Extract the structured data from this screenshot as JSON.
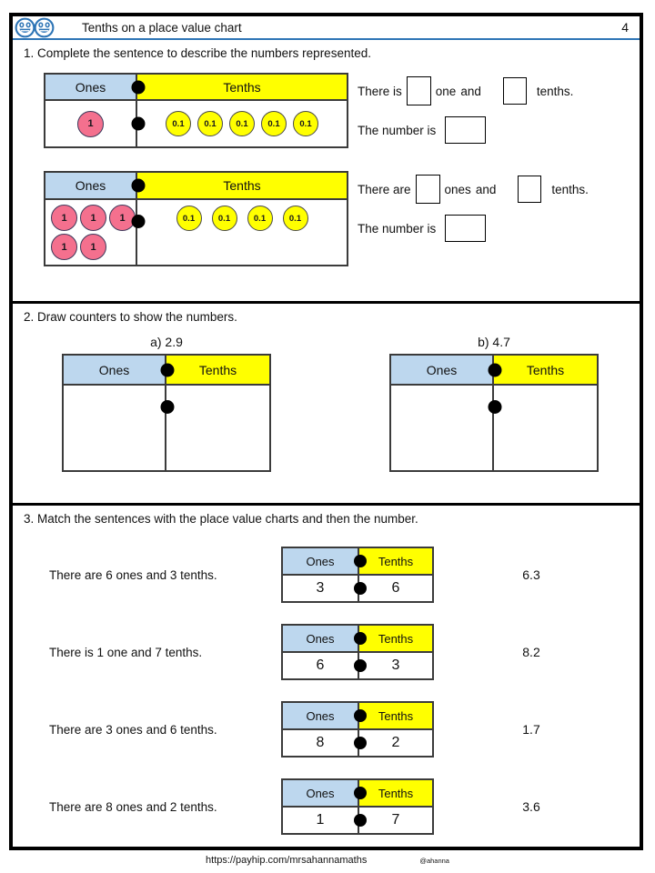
{
  "page": {
    "title": "Tenths on a place value chart",
    "number": "4",
    "footer_url": "https://payhip.com/mrsahannamaths",
    "footer_handle": "@ahanna"
  },
  "colors": {
    "accent_blue": "#2E75B6",
    "ones_header_fill": "#BDD7EE",
    "tenths_header_fill": "#FFFF00",
    "ones_counter_fill": "#F4708E",
    "tenths_counter_fill": "#FFFF00",
    "border_black": "#000000"
  },
  "labels": {
    "ones": "Ones",
    "tenths": "Tenths"
  },
  "section1": {
    "heading": "1. Complete the sentence to describe the numbers represented.",
    "problems": [
      {
        "ones": [
          "1"
        ],
        "tenths": [
          "0.1",
          "0.1",
          "0.1",
          "0.1",
          "0.1"
        ],
        "line1_start": "There is",
        "line1_unit": "one",
        "line1_and": "and",
        "line1_end": "tenths.",
        "line2": "The number is"
      },
      {
        "ones": [
          "1",
          "1",
          "1",
          "1",
          "1"
        ],
        "tenths": [
          "0.1",
          "0.1",
          "0.1",
          "0.1"
        ],
        "line1_start": "There are",
        "line1_unit": "ones",
        "line1_and": "and",
        "line1_end": "tenths.",
        "line2": "The number is"
      }
    ]
  },
  "section2": {
    "heading": "2. Draw counters to show the numbers.",
    "charts": [
      {
        "label": "a) 2.9"
      },
      {
        "label": "b) 4.7"
      }
    ]
  },
  "section3": {
    "heading": "3. Match the sentences with the place value charts and then the number.",
    "rows": [
      {
        "sentence": "There are 6 ones and 3 tenths.",
        "ones": "3",
        "tenths": "6",
        "number": "6.3"
      },
      {
        "sentence": "There is 1 one and 7 tenths.",
        "ones": "6",
        "tenths": "3",
        "number": "8.2"
      },
      {
        "sentence": "There are 3 ones and 6 tenths.",
        "ones": "8",
        "tenths": "2",
        "number": "1.7"
      },
      {
        "sentence": "There are 8 ones and 2 tenths.",
        "ones": "1",
        "tenths": "7",
        "number": "3.6"
      }
    ]
  }
}
